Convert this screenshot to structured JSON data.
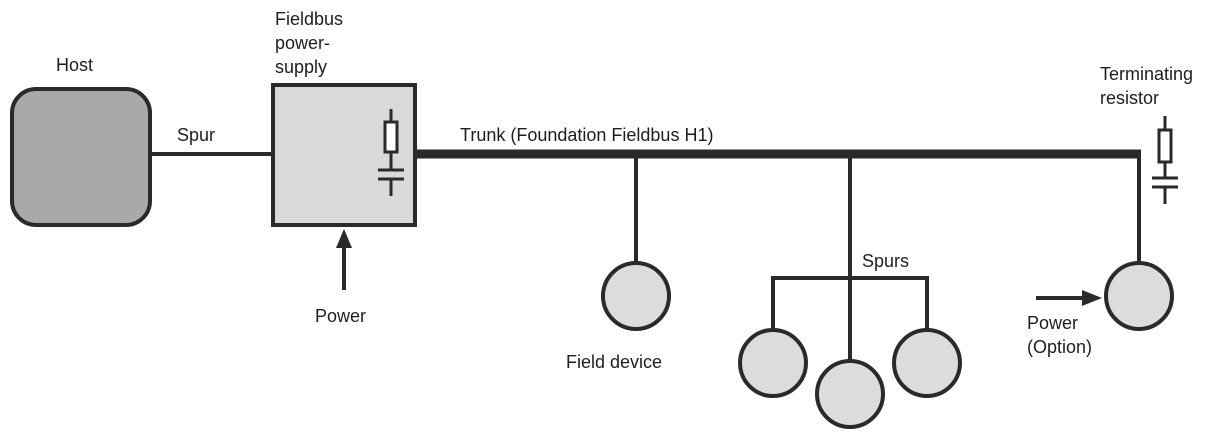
{
  "labels": {
    "host": "Host",
    "spur": "Spur",
    "fieldbus_power_supply": [
      "Fieldbus",
      "power-",
      "supply"
    ],
    "trunk": "Trunk (Foundation Fieldbus H1)",
    "terminating_resistor": [
      "Terminating",
      "resistor"
    ],
    "power": "Power",
    "spurs": "Spurs",
    "field_device": "Field device",
    "power_option": [
      "Power",
      "(Option)"
    ]
  },
  "colors": {
    "line": "#2a2a2a",
    "host_fill": "#a9a9a9",
    "box_fill": "#d9d9d9",
    "device_fill": "#dcdcdc",
    "text": "#1e1e1e"
  }
}
